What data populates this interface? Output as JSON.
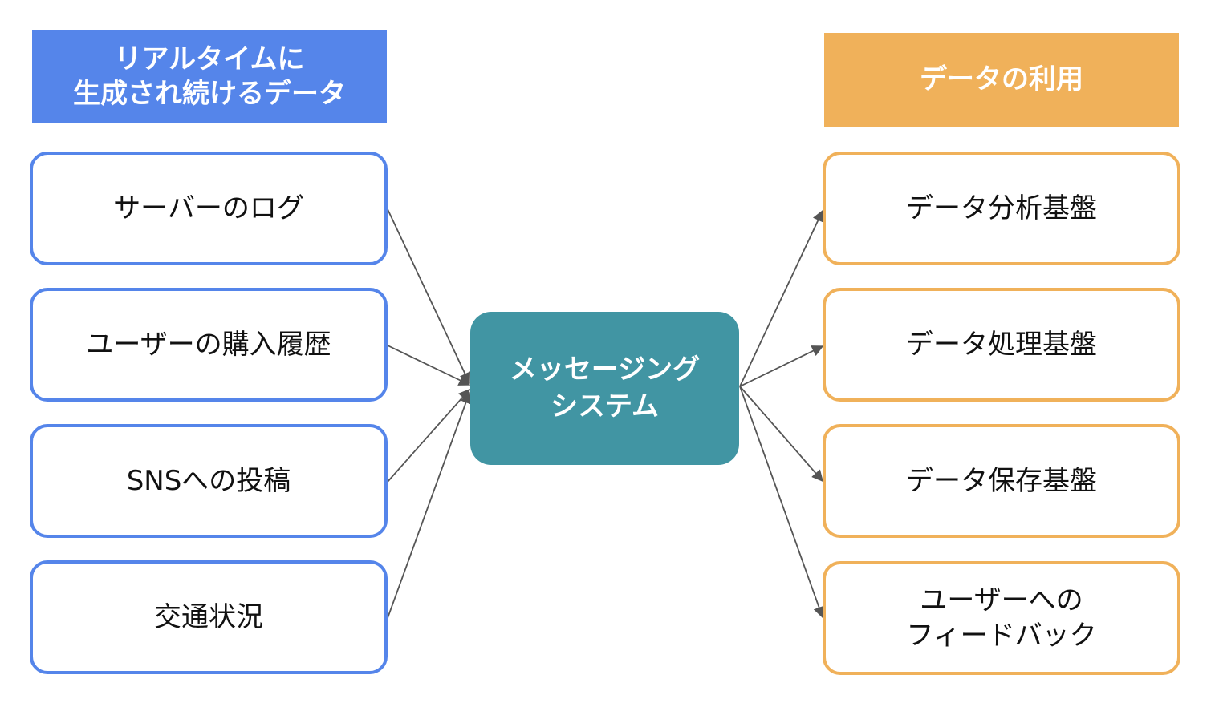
{
  "left_header": {
    "line1": "リアルタイムに",
    "line2": "生成され続けるデータ"
  },
  "right_header": {
    "label": "データの利用"
  },
  "center": {
    "line1": "メッセージング",
    "line2": "システム"
  },
  "sources": [
    {
      "label": "サーバーのログ"
    },
    {
      "label": "ユーザーの購入履歴"
    },
    {
      "label": "SNSへの投稿"
    },
    {
      "label": "交通状況"
    }
  ],
  "destinations": [
    {
      "line1": "データ分析基盤",
      "line2": ""
    },
    {
      "line1": "データ処理基盤",
      "line2": ""
    },
    {
      "line1": "データ保存基盤",
      "line2": ""
    },
    {
      "line1": "ユーザーへの",
      "line2": "フィードバック"
    }
  ],
  "colors": {
    "source_accent": "#5585ea",
    "destination_accent": "#f0b15a",
    "center_fill": "#4195a3",
    "arrow": "#555555"
  }
}
